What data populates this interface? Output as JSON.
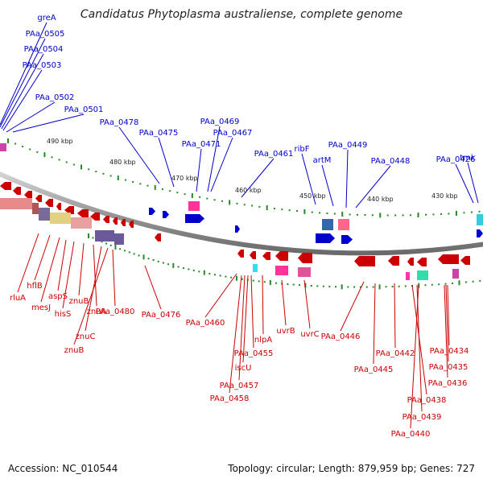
{
  "title": "Candidatus Phytoplasma australiense, complete genome",
  "footer": {
    "accession": "Accession: NC_010544",
    "summary": "Topology: circular; Length: 879,959 bp; Genes: 727"
  },
  "ticks": [
    "490 kbp",
    "480 kbp",
    "470 kbp",
    "460 kbp",
    "450 kbp",
    "440 kbp",
    "430 kbp"
  ],
  "forward_labels": [
    "greA",
    "PAa_0505",
    "PAa_0504",
    "PAa_0503",
    "PAa_0502",
    "PAa_0501",
    "PAa_0478",
    "PAa_0475",
    "PAa_0471",
    "PAa_0469",
    "PAa_0467",
    "PAa_0461",
    "ribF",
    "artM",
    "PAa_0449",
    "PAa_0448",
    "PAa_0426",
    "tmk"
  ],
  "reverse_labels": [
    "rluA",
    "hflB",
    "mesJ",
    "aspS",
    "hisS",
    "znuB",
    "znuA",
    "znuC",
    "znuB",
    "PAa_0480",
    "PAa_0476",
    "PAa_0460",
    "PAa_0455",
    "iscU",
    "PAa_0457",
    "PAa_0458",
    "nlpA",
    "uvrB",
    "uvrC",
    "PAa_0446",
    "PAa_0445",
    "PAa_0442",
    "PAa_0440",
    "PAa_0439",
    "PAa_0438",
    "PAa_0436",
    "PAa_0435",
    "PAa_0434"
  ],
  "colors": {
    "forward": "#0000cc",
    "reverse": "#cc0000",
    "backbone": "#8a8a8a",
    "tick": "#228b22"
  }
}
